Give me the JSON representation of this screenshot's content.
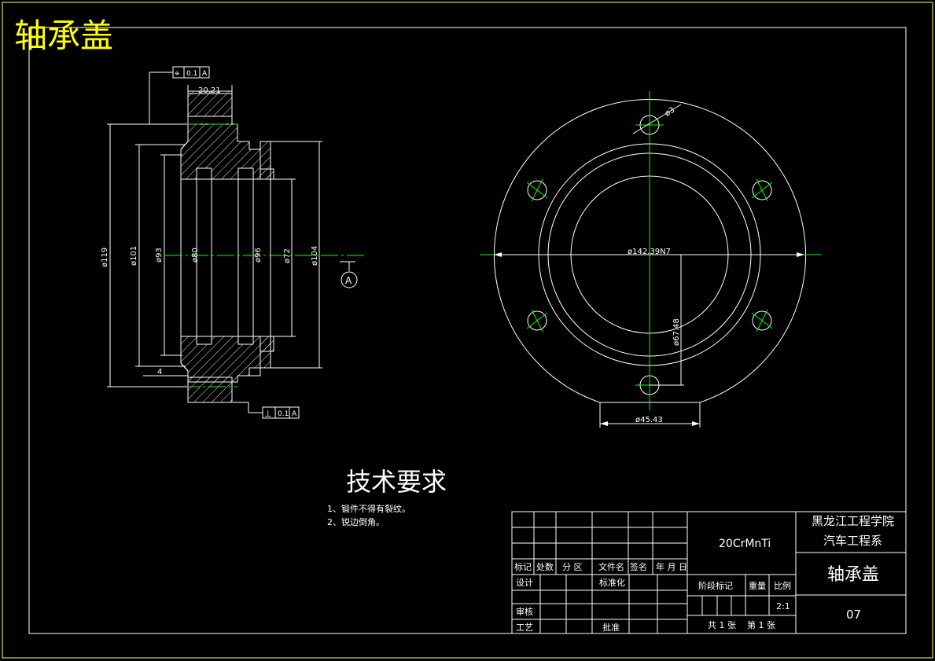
{
  "drawing": {
    "big_title": "轴承盖",
    "tolerance_top": {
      "symbol": "⌖",
      "value": "0.1",
      "datum": "A"
    },
    "tolerance_bottom": {
      "symbol": "⊥",
      "value": "0.1",
      "datum": "A"
    },
    "datum_label": "A",
    "side_view_dims": {
      "width_top": "20.21",
      "d119": "ø119",
      "d101": "ø101",
      "d93": "ø93",
      "d80": "ø80",
      "d96": "ø96",
      "d72": "ø72",
      "d104": "ø104",
      "step4": "4"
    },
    "front_view_dims": {
      "bore": "ø142.39N7",
      "hole": "ø3",
      "d67": "ø67.48",
      "d45": "ø45.43"
    },
    "tech_req": {
      "title": "技术要求",
      "items": [
        "1、锻件不得有裂纹。",
        "2、锐边倒角。"
      ]
    },
    "title_block": {
      "material": "20CrMnTi",
      "school": "黑龙江工程学院",
      "department": "汽车工程系",
      "part_name": "轴承盖",
      "drawing_no": "07",
      "scale": "2:1",
      "headers": {
        "mark": "标记",
        "count": "处数",
        "zone": "分 区",
        "doc_no": "文件名",
        "sign": "签名",
        "date": "年 月 日",
        "design": "设计",
        "std": "标准化",
        "stage": "阶段标记",
        "weight": "重量",
        "ratio": "比例",
        "check": "审核",
        "process": "工艺",
        "approve": "批准",
        "sheets": "共 1 张",
        "sheet": "第 1 张"
      }
    },
    "colors": {
      "line": "#ffffff",
      "center": "#00ff00",
      "title": "#ffff00",
      "frame": "#ffff66"
    }
  }
}
